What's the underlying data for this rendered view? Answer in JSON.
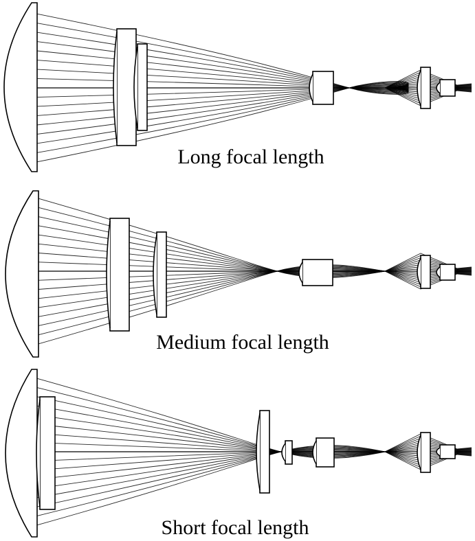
{
  "figure": {
    "panels": [
      {
        "id": "long",
        "caption": "Long focal length"
      },
      {
        "id": "medium",
        "caption": "Medium focal length"
      },
      {
        "id": "short",
        "caption": "Short focal length"
      }
    ],
    "colors": {
      "line": "#000000",
      "background": "#ffffff"
    }
  }
}
